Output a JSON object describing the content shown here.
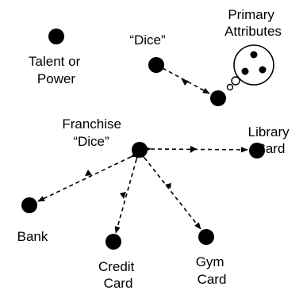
{
  "colors": {
    "ink": "#000000",
    "background": "#ffffff"
  },
  "nodes": {
    "talent": {
      "label": [
        "Talent or",
        "Power"
      ]
    },
    "dice": {
      "label": [
        "“Dice”"
      ]
    },
    "primary": {
      "label": [
        "Primary",
        "Attributes"
      ]
    },
    "franchise": {
      "label": [
        "Franchise",
        "“Dice”"
      ]
    },
    "library": {
      "label": [
        "Library",
        "Card"
      ]
    },
    "bank": {
      "label": [
        "Bank"
      ]
    },
    "credit": {
      "label": [
        "Credit",
        "Card"
      ]
    },
    "gym": {
      "label": [
        "Gym",
        "Card"
      ]
    }
  },
  "attribute_callout": {
    "icon": "three-dot-die-bubble-icon",
    "pips": 3
  },
  "edges": [
    {
      "from": "dice",
      "to": "primary",
      "style": "dashed",
      "arrows": "both"
    },
    {
      "from": "franchise",
      "to": "library",
      "style": "dashed",
      "arrows": "both"
    },
    {
      "from": "franchise",
      "to": "bank",
      "style": "dashed",
      "arrows": "both"
    },
    {
      "from": "franchise",
      "to": "credit",
      "style": "dashed",
      "arrows": "both"
    },
    {
      "from": "franchise",
      "to": "gym",
      "style": "dashed",
      "arrows": "both"
    }
  ]
}
